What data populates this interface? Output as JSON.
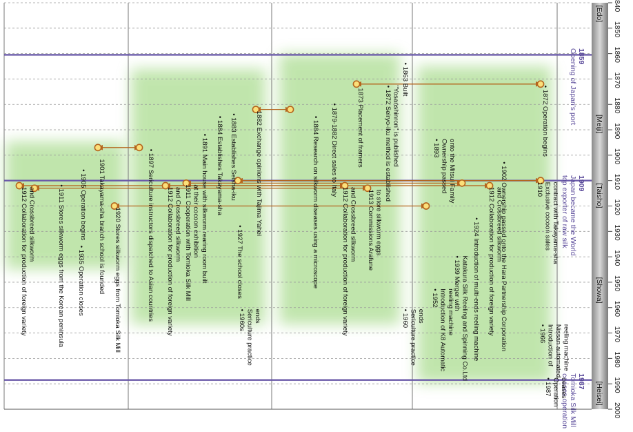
{
  "years": [
    "1840",
    "1850",
    "1860",
    "1870",
    "1880",
    "1890",
    "1900",
    "1910",
    "1920",
    "1930",
    "1940",
    "1950",
    "1960",
    "1970",
    "1980",
    "1990",
    "2000"
  ],
  "eras": [
    "Edo",
    "Meiji",
    "Taisho",
    "Showa",
    "Heisei"
  ],
  "milestones": [
    {
      "year": "1859",
      "lines": [
        "Opening of Japan's port"
      ]
    },
    {
      "year": "1909",
      "lines": [
        "Japan became the World",
        "top exporter of raw silk"
      ]
    },
    {
      "year": "1987",
      "lines": [
        "Tomioka Silk Mill",
        "ceases operation"
      ]
    }
  ],
  "columns": [
    {
      "events": [
        {
          "year": 1872,
          "lines": [
            "• 1872 Operation begins"
          ]
        },
        {
          "year": 1902,
          "lines": [
            "• 1902 Ownership passed onto the Hara Partnership Corporation"
          ]
        },
        {
          "year": 1910,
          "lines": [
            "1910",
            "Exclusive cocoon sales",
            "contract with Takayama-sha"
          ]
        },
        {
          "year": 1912,
          "lines": [
            "1912 Collaboration for production of foreign variety",
            "and Crossbreed silkworm"
          ]
        },
        {
          "year": 1924,
          "lines": [
            "• 1924 Introduction of multi-ends reeling machine"
          ]
        },
        {
          "year": 1939,
          "lines": [
            "• 1939 Merger with",
            "Katakura Silk Reeling and Spinning Co.Ltd"
          ]
        },
        {
          "year": 1952,
          "lines": [
            "• 1952",
            "Introduction of K8 Automatic",
            "reeling machine"
          ]
        },
        {
          "year": 1966,
          "lines": [
            "• 1966",
            "Introduction of",
            "Nissan automated",
            "reeling machine"
          ]
        },
        {
          "year": 1987,
          "lines": [
            "• 1987",
            "Operation",
            "ceases"
          ]
        }
      ]
    },
    {
      "events": [
        {
          "year": 1863,
          "lines": [
            "• 1863 Built"
          ]
        },
        {
          "year": 1872,
          "lines": [
            "• 1872 Seiryo-iku method is established",
            "\"Yosanshinron\" is published"
          ]
        },
        {
          "year": 1873,
          "lines": [
            "1873 Placement of framers"
          ]
        },
        {
          "year": 1879,
          "lines": [
            "• 1879-1882 Direct sales to Italy"
          ]
        },
        {
          "year": 1884,
          "lines": [
            "• 1884 Research on silkworm diseases using a microscope"
          ]
        },
        {
          "year": 1893,
          "lines": [
            "• 1893",
            "Ownership passed",
            "onto the Mitsui Family"
          ]
        },
        {
          "year": 1912,
          "lines": [
            "1912 Collaboration for production of foreign variety",
            "and Crossbreed silkworm"
          ]
        },
        {
          "year": 1913,
          "lines": [
            "1913 Commissions Arafune",
            "to store silkworm eggs"
          ]
        },
        {
          "year": 1960,
          "lines": [
            "• 1960",
            "Sericulture practice",
            "ends"
          ]
        }
      ]
    },
    {
      "events": [
        {
          "year": 1882,
          "lines": [
            "1882 Exchange opinions with Tajima Yahei"
          ]
        },
        {
          "year": 1883,
          "lines": [
            "• 1883 Establishes Seisha-iku"
          ]
        },
        {
          "year": 1884,
          "lines": [
            "• 1884 Establishes Takayama-sha"
          ]
        },
        {
          "year": 1891,
          "lines": [
            "• 1891 Main house with silkworm rearing room built"
          ]
        },
        {
          "year": 1897,
          "lines": [
            "• 1897 Sericulture instructors dispatched to Asian countries"
          ]
        },
        {
          "year": 1911,
          "lines": [
            "1911 Cooperation with Tomioka Silk Mill",
            "at their cocoon exhibition"
          ]
        },
        {
          "year": 1912,
          "lines": [
            "1912 Collaboration for production of foreign variety",
            "and Crossbreed silkworm"
          ]
        },
        {
          "year": 1927,
          "lines": [
            "• 1927 The school closes"
          ]
        },
        {
          "year": 1960,
          "lines": [
            "• 1960s",
            "Sericulture practice",
            "ends"
          ]
        }
      ]
    },
    {
      "events": [
        {
          "year": 1901,
          "lines": [
            "1901 Takayama-sha branch school is founded"
          ]
        },
        {
          "year": 1905,
          "lines": [
            "• 1905 Operation begins"
          ]
        },
        {
          "year": 1911,
          "lines": [
            "• 1911 Stores silkworm eggs from the Korean peninsula"
          ]
        },
        {
          "year": 1912,
          "lines": [
            "1912 Collaboration for production of foreign variety",
            "and Crossbreed silkworm"
          ]
        },
        {
          "year": 1920,
          "lines": [
            "1920 Stores silkworm eggs from Tomioka Silk Mill"
          ]
        },
        {
          "year": 1935,
          "lines": [
            "• 1935 Operation closes"
          ]
        }
      ]
    }
  ],
  "colors": {
    "accent": "#c97a28",
    "arrow": "#b5651d",
    "node_fill": "#fbe07a",
    "era_band": "#6a5aa8",
    "green": "#8ed06a",
    "grid": "#9a9a9a",
    "text": "#111111",
    "milestone": "#5a4a9a"
  }
}
